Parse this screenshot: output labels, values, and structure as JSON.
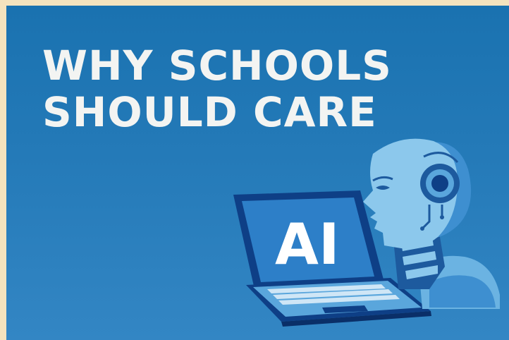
{
  "headline": {
    "line1": "WHY SCHOOLS",
    "line2": "SHOULD CARE"
  },
  "illustration": {
    "screen_label": "AI",
    "subjects": [
      "laptop-icon",
      "robot-head-icon"
    ]
  },
  "colors": {
    "border": "#f4e3be",
    "background_top": "#1a72b0",
    "background_bottom": "#3386c4",
    "text": "#f3f4f2",
    "robot_light": "#8cc8ec",
    "robot_dark": "#1d5a9e",
    "laptop_frame": "#0e3f86"
  }
}
